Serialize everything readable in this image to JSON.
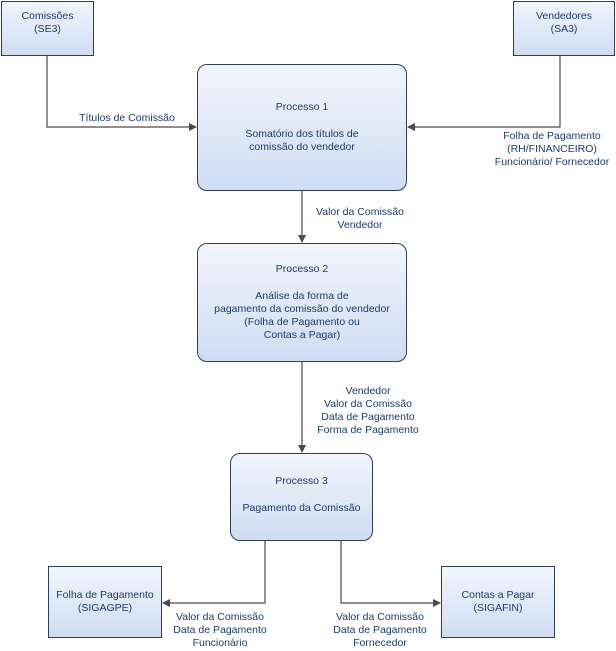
{
  "nodes": {
    "comissoes": {
      "line1": "Comissões",
      "line2": "(SE3)"
    },
    "vendedores": {
      "line1": "Vendedores",
      "line2": "(SA3)"
    },
    "processo1": {
      "title": "Processo 1",
      "desc": "Somatório dos títulos de\ncomissão do vendedor"
    },
    "processo2": {
      "title": "Processo 2",
      "desc": "Análise da forma de\npagamento da comissão do vendedor\n(Folha de Pagamento ou\nContas a Pagar)"
    },
    "processo3": {
      "title": "Processo 3",
      "desc": "Pagamento da Comissão"
    },
    "folha": {
      "line1": "Folha de Pagamento",
      "line2": "(SIGAGPE)"
    },
    "contas": {
      "line1": "Contas a Pagar",
      "line2": "(SIGAFIN)"
    }
  },
  "edges": {
    "titulos_comissao": "Títulos de Comissão",
    "vendedores_to_p1": "Folha de Pagamento\n(RH/FINANCEIRO)\nFuncionário/ Fornecedor",
    "p1_to_p2": "Valor da Comissão\nVendedor",
    "p2_to_p3": "Vendedor\nValor da Comissão\nData de Pagamento\nForma de Pagamento",
    "p3_to_folha": "Valor da Comissão\nData de Pagamento\nFuncionário",
    "p3_to_contas": "Valor da Comissão\nData de Pagamento\nFornecedor"
  }
}
